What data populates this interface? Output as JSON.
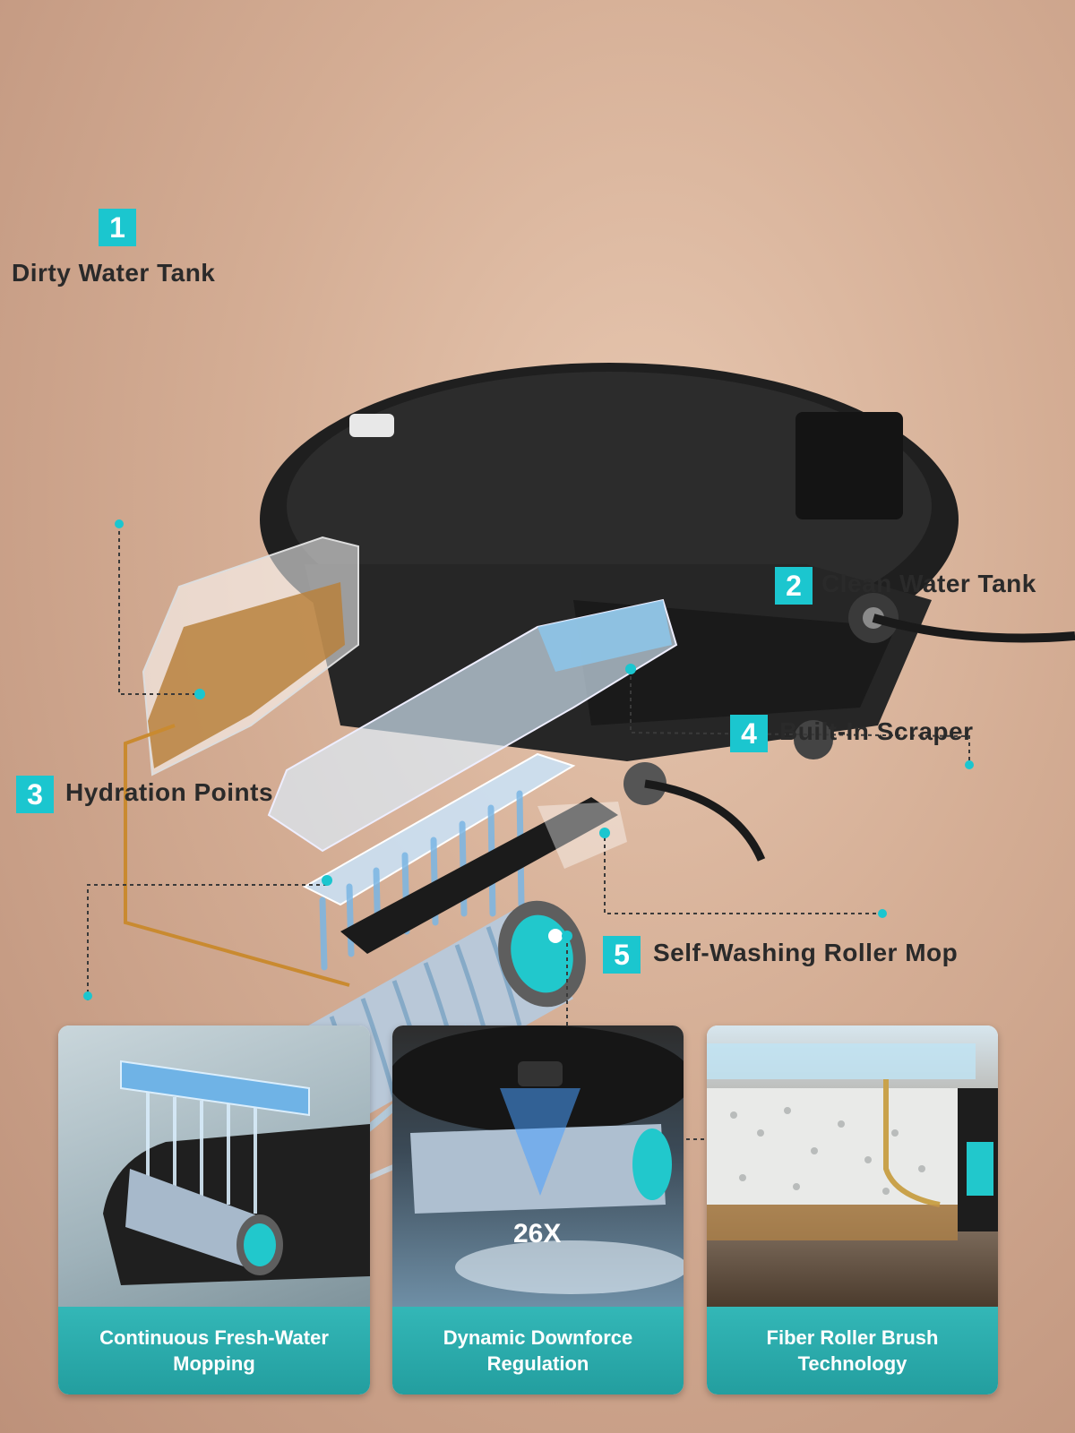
{
  "callouts": [
    {
      "number": "1",
      "label": "Dirty Water Tank"
    },
    {
      "number": "2",
      "label": "Clean Water Tank"
    },
    {
      "number": "3",
      "label": "Hydration Points"
    },
    {
      "number": "4",
      "label": "Built-In Scraper"
    },
    {
      "number": "5",
      "label": "Self-Washing Roller Mop"
    }
  ],
  "cards": [
    {
      "caption": "Continuous Fresh-Water Mopping"
    },
    {
      "caption": "Dynamic Downforce Regulation",
      "badge": "26X"
    },
    {
      "caption": "Fiber Roller Brush Technology"
    }
  ],
  "colors": {
    "accent": "#1bc6cf",
    "card_caption": "#2aa9aa",
    "background": "#d4ad94"
  }
}
